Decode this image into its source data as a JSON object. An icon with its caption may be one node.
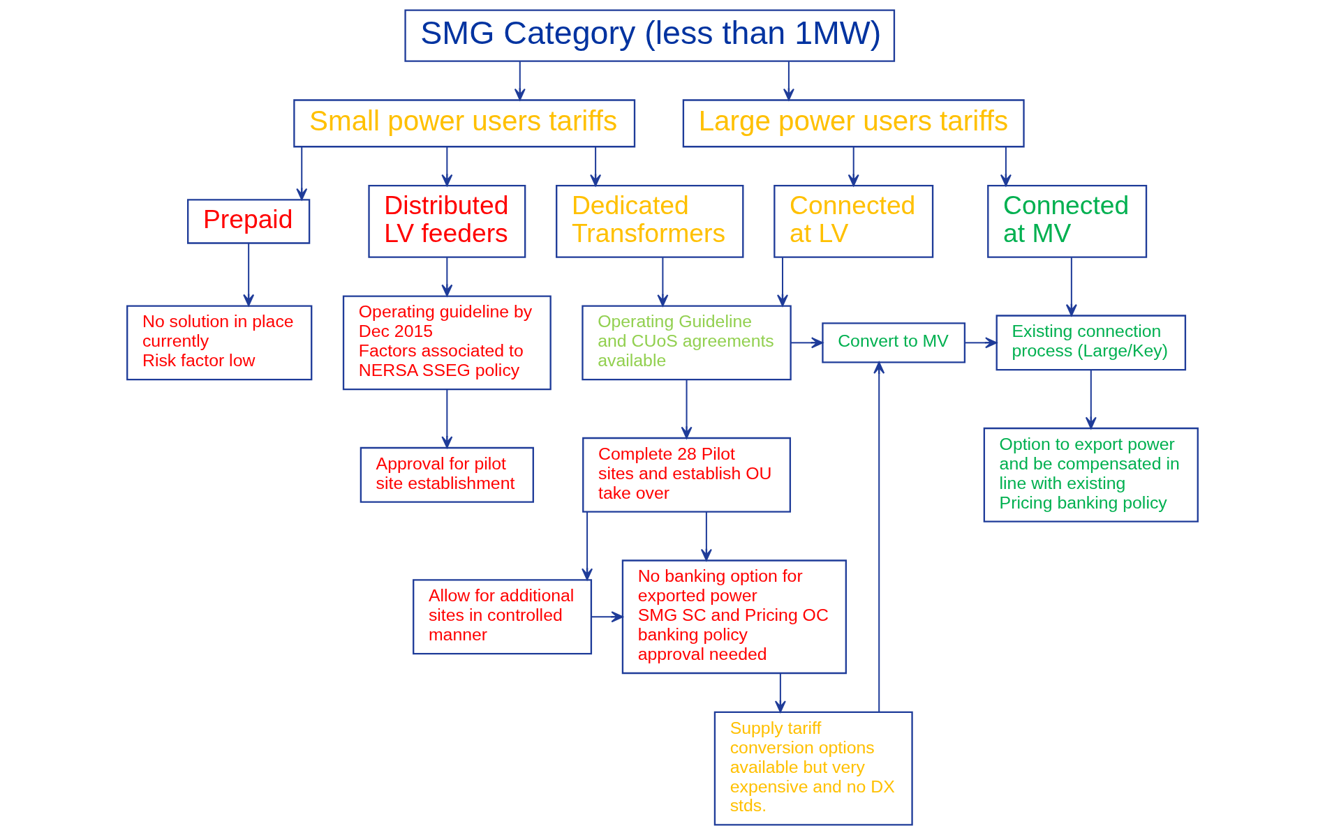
{
  "diagram": {
    "nodes": [
      {
        "text": [
          "SMG Category (less than 1MW)"
        ]
      },
      {
        "text": [
          "Small power users tariffs"
        ]
      },
      {
        "text": [
          "Large power users tariffs"
        ]
      },
      {
        "text": [
          "Prepaid"
        ]
      },
      {
        "text": [
          "Distributed LV feeders"
        ]
      },
      {
        "text": [
          "Dedicated Transformers"
        ]
      },
      {
        "text": [
          "Connected at LV"
        ]
      },
      {
        "text": [
          "Connected at MV"
        ]
      },
      {
        "text": [
          "No solution in place currently",
          "Risk factor low"
        ]
      },
      {
        "text": [
          "Operating guideline by Dec 2015",
          "Factors associated to NERSA SSEG policy"
        ]
      },
      {
        "text": [
          "Operating Guideline and CUoS agreements available"
        ]
      },
      {
        "text": [
          "Convert to MV"
        ]
      },
      {
        "text": [
          "Existing connection process (Large/Key)"
        ]
      },
      {
        "text": [
          "Approval for pilot site establishment"
        ]
      },
      {
        "text": [
          "Complete 28 Pilot sites and establish OU take over"
        ]
      },
      {
        "text": [
          "No banking option for exported power",
          "SMG SC and Pricing OC banking policy approval needed"
        ]
      },
      {
        "text": [
          "Allow for additional sites in controlled manner"
        ]
      },
      {
        "text": [
          "Option to export power and be compensated in line with existing Pricing banking policy"
        ]
      },
      {
        "text": [
          "Supply tariff conversion options available but very expensive and no DX stds."
        ]
      }
    ],
    "edges": [
      {
        "from": 0,
        "to": 1,
        "arrow": "to"
      },
      {
        "from": 0,
        "to": 2,
        "arrow": "to"
      },
      {
        "from": 1,
        "to": 3,
        "arrow": "to"
      },
      {
        "from": 1,
        "to": 4,
        "arrow": "to"
      },
      {
        "from": 1,
        "to": 5,
        "arrow": "to"
      },
      {
        "from": 2,
        "to": 6,
        "arrow": "to"
      },
      {
        "from": 2,
        "to": 7,
        "arrow": "to"
      },
      {
        "from": 3,
        "to": 8,
        "arrow": "to"
      },
      {
        "from": 4,
        "to": 9,
        "arrow": "to"
      },
      {
        "from": 5,
        "to": 10,
        "arrow": "to"
      },
      {
        "from": 6,
        "to": 10,
        "arrow": "to"
      },
      {
        "from": 7,
        "to": 12,
        "arrow": "to"
      },
      {
        "from": 10,
        "to": 11,
        "arrow": "to"
      },
      {
        "from": 11,
        "to": 12,
        "arrow": "to"
      },
      {
        "from": 10,
        "to": 14,
        "arrow": "to"
      },
      {
        "from": 12,
        "to": 17,
        "arrow": "to"
      },
      {
        "from": 9,
        "to": 13,
        "arrow": "to"
      },
      {
        "from": 14,
        "to": 15,
        "arrow": "to"
      },
      {
        "from": 14,
        "to": 16,
        "arrow": "to"
      },
      {
        "from": 16,
        "to": 15,
        "arrow": "to"
      },
      {
        "from": 15,
        "to": 18,
        "arrow": "to"
      },
      {
        "from": 18,
        "to": 11,
        "arrow": "to"
      }
    ]
  }
}
